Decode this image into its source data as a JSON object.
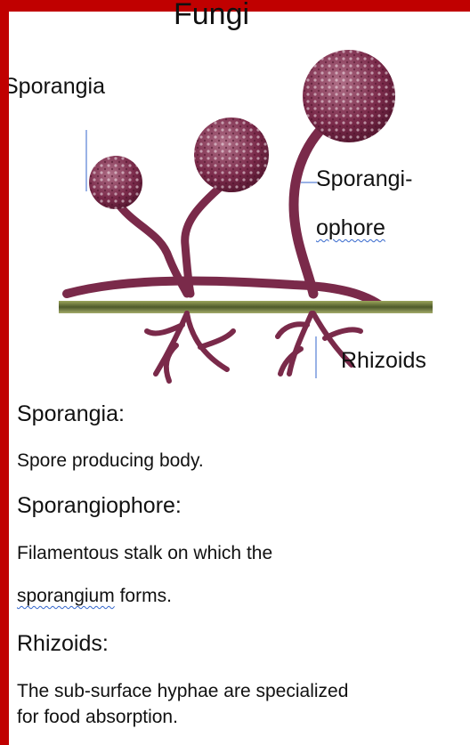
{
  "title": "Fungi",
  "diagram": {
    "labels": {
      "sporangia": "Sporangia",
      "sporangiophore_line1": "Sporangi-",
      "sporangiophore_line2": "ophore",
      "rhizoids": "Rhizoids"
    }
  },
  "definitions": [
    {
      "term": "Sporangia",
      "colon": ":",
      "text": [
        "Spore producing body."
      ]
    },
    {
      "term": "Sporangiophore",
      "colon": ":",
      "text": [
        "Filamentous stalk on which the",
        "sporangium",
        " forms."
      ]
    },
    {
      "term": "Rhizoids",
      "colon": ":",
      "text": [
        "The sub-surface hyphae are specialized",
        "for food absorption."
      ]
    }
  ],
  "colors": {
    "frame": "#c00000",
    "fungus": "#8c3a5a",
    "substrate": "#6f7a3c",
    "pointer_line": "#3366cc"
  }
}
